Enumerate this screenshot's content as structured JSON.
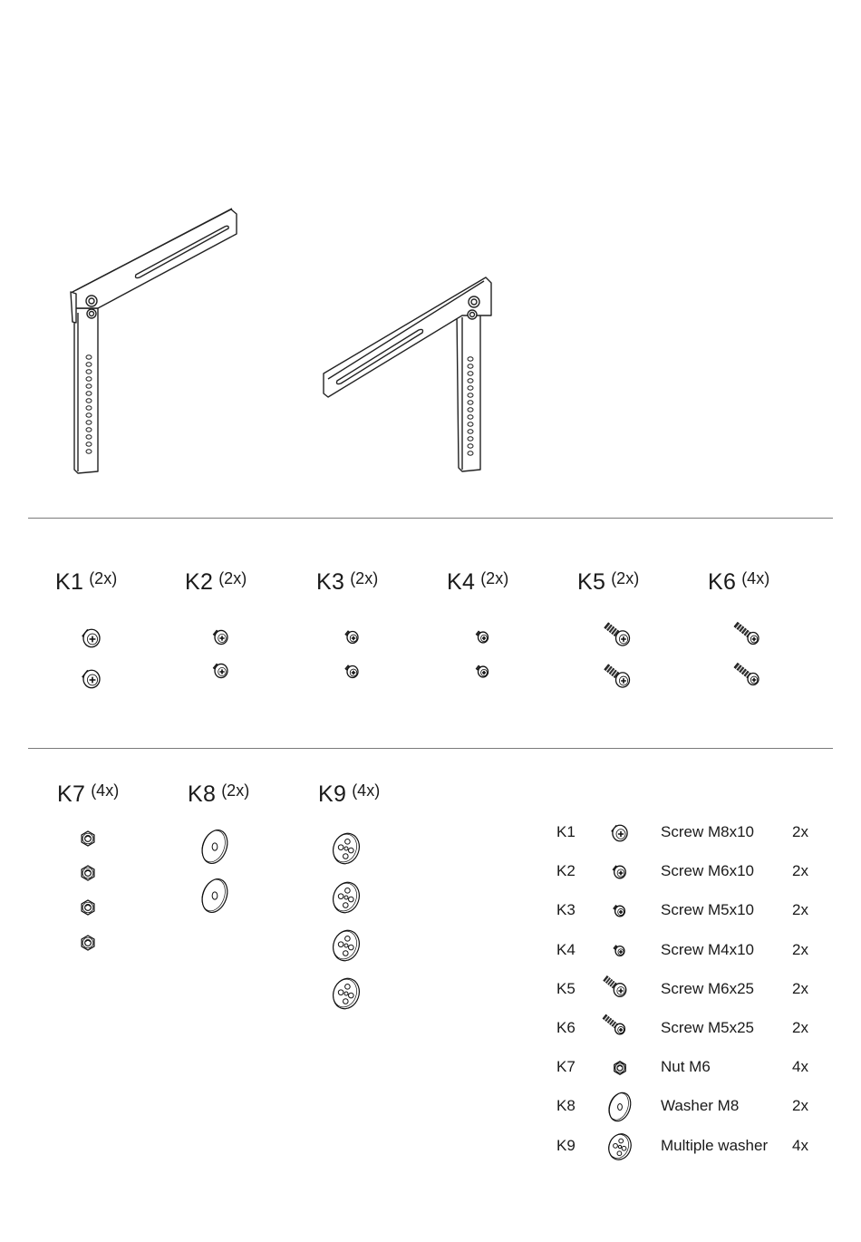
{
  "kits_row1": [
    {
      "code": "K1",
      "qty": "(2x)",
      "icon": "screw-large-icon"
    },
    {
      "code": "K2",
      "qty": "(2x)",
      "icon": "screw-medium-icon"
    },
    {
      "code": "K3",
      "qty": "(2x)",
      "icon": "screw-small-icon"
    },
    {
      "code": "K4",
      "qty": "(2x)",
      "icon": "screw-tiny-icon"
    },
    {
      "code": "K5",
      "qty": "(2x)",
      "icon": "screw-long-icon"
    },
    {
      "code": "K6",
      "qty": "(4x)",
      "icon": "screw-long-thin-icon"
    }
  ],
  "kits_row2": [
    {
      "code": "K7",
      "qty": "(4x)",
      "icon": "nut-icon"
    },
    {
      "code": "K8",
      "qty": "(2x)",
      "icon": "washer-icon"
    },
    {
      "code": "K9",
      "qty": "(4x)",
      "icon": "multiple-washer-icon"
    }
  ],
  "legend": [
    {
      "code": "K1",
      "desc": "Screw M8x10",
      "qty": "2x",
      "icon": "screw-large-icon"
    },
    {
      "code": "K2",
      "desc": "Screw M6x10",
      "qty": "2x",
      "icon": "screw-medium-icon"
    },
    {
      "code": "K3",
      "desc": "Screw M5x10",
      "qty": "2x",
      "icon": "screw-small-icon"
    },
    {
      "code": "K4",
      "desc": "Screw M4x10",
      "qty": "2x",
      "icon": "screw-tiny-icon"
    },
    {
      "code": "K5",
      "desc": "Screw M6x25",
      "qty": "2x",
      "icon": "screw-long-icon"
    },
    {
      "code": "K6",
      "desc": "Screw M5x25",
      "qty": "2x",
      "icon": "screw-long-thin-icon"
    },
    {
      "code": "K7",
      "desc": "Nut M6",
      "qty": "4x",
      "icon": "nut-icon"
    },
    {
      "code": "K8",
      "desc": "Washer M8",
      "qty": "2x",
      "icon": "washer-icon"
    },
    {
      "code": "K9",
      "desc": "Multiple washer",
      "qty": "4x",
      "icon": "multiple-washer-icon"
    }
  ]
}
